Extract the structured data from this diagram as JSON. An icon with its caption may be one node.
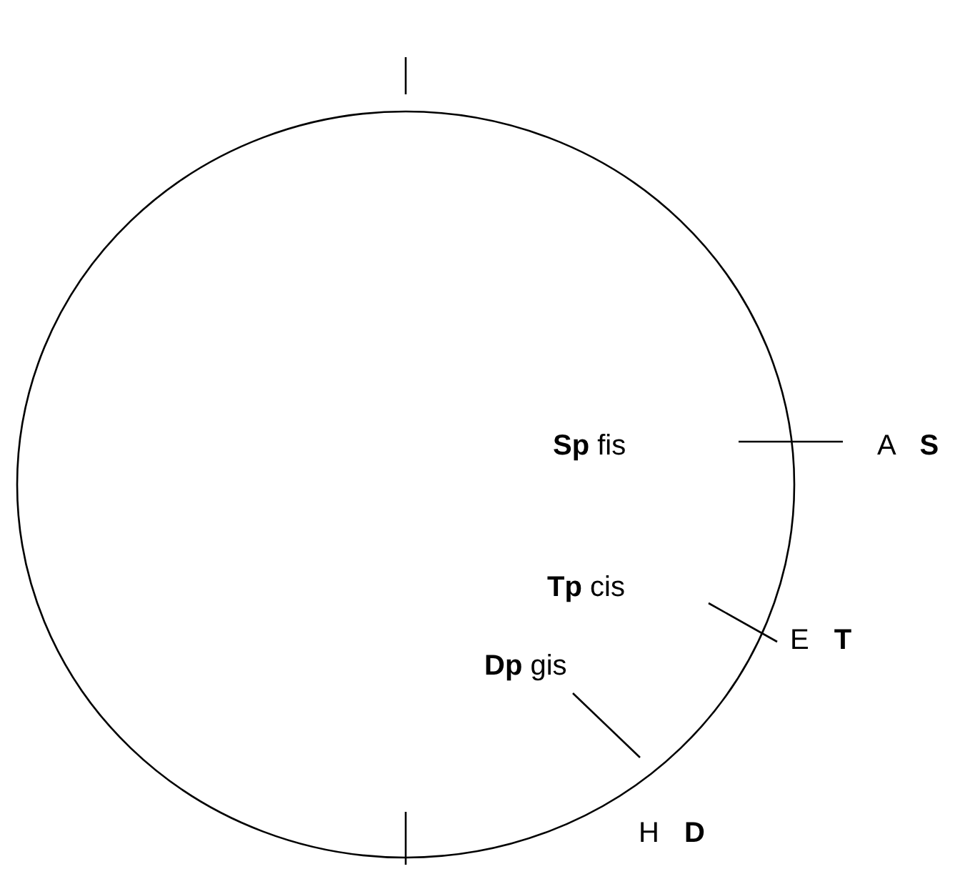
{
  "diagram": {
    "nodes": [
      {
        "text": [],
        "shape": "circle"
      }
    ],
    "labels": [
      "**Sp** fis",
      "A **S**",
      "**Tp** cis",
      "E **T**",
      "**Dp** gis",
      "H **D**"
    ]
  }
}
